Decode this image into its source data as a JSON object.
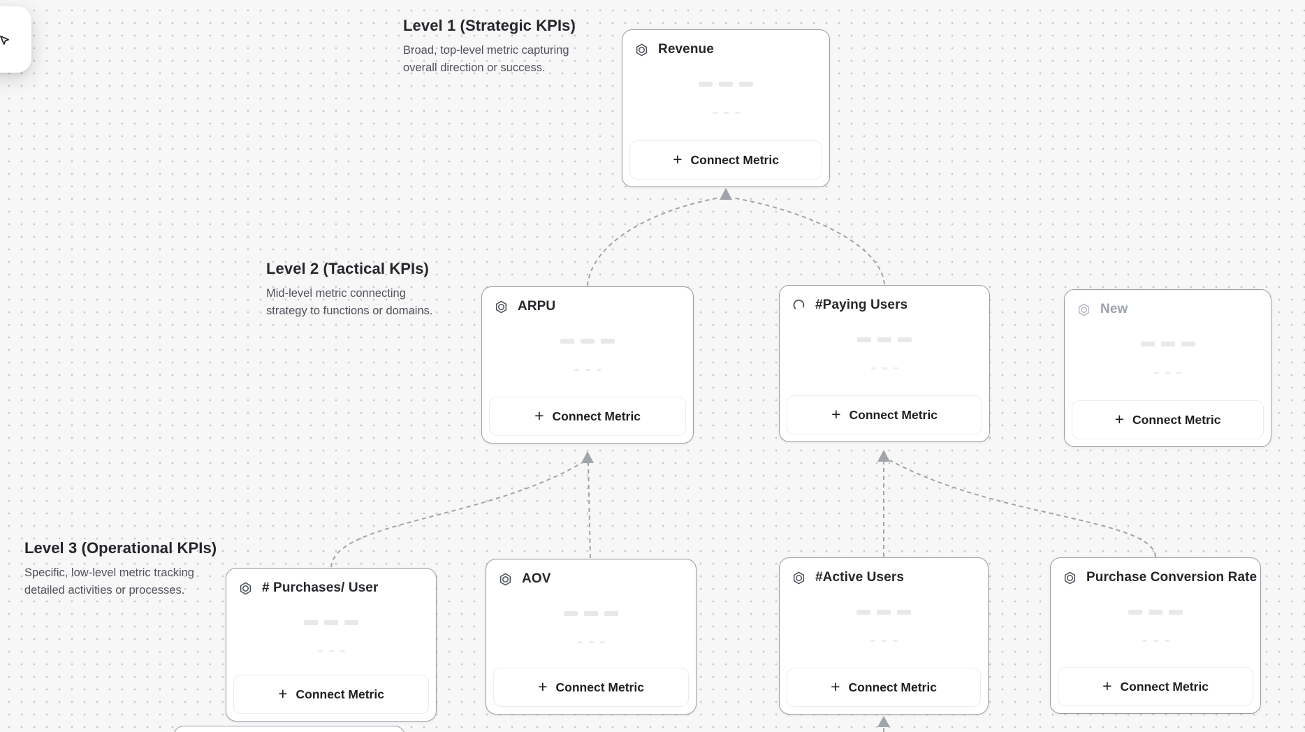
{
  "canvas": {
    "background": "#f7f7f8",
    "dot_color": "#c7c8cb",
    "edge_color": "#a0a4ab",
    "card_border_color": "#9a9ea6"
  },
  "labels": {
    "connect_metric": "Connect Metric"
  },
  "icons": {
    "plus": "+",
    "metric_node": "hexagon-with-circle",
    "loading": "spinner-arc",
    "cursor": "pointer-arrow"
  },
  "levels": [
    {
      "heading": "Level 1 (Strategic KPIs)",
      "lines": [
        "Broad, top-level metric capturing",
        "overall direction or success."
      ]
    },
    {
      "heading": "Level 2 (Tactical KPIs)",
      "lines": [
        "Mid-level metric connecting",
        "strategy to functions or domains."
      ]
    },
    {
      "heading": "Level 3 (Operational KPIs)",
      "lines": [
        "Specific, low-level metric tracking",
        "detailed activities or processes."
      ]
    }
  ],
  "cards": [
    {
      "title": "Revenue",
      "icon": "hexagon",
      "level": 1
    },
    {
      "title": "ARPU",
      "icon": "hexagon",
      "level": 2
    },
    {
      "title": "#Paying Users",
      "icon": "spinner",
      "level": 2
    },
    {
      "title": "New",
      "icon": "hexagon",
      "level": 2,
      "muted": true
    },
    {
      "title": "# Purchases/ User",
      "icon": "hexagon",
      "level": 3
    },
    {
      "title": "AOV",
      "icon": "hexagon",
      "level": 3
    },
    {
      "title": "#Active Users",
      "icon": "hexagon",
      "level": 3
    },
    {
      "title": "Purchase Conversion Rate",
      "icon": "hexagon",
      "level": 3
    }
  ]
}
